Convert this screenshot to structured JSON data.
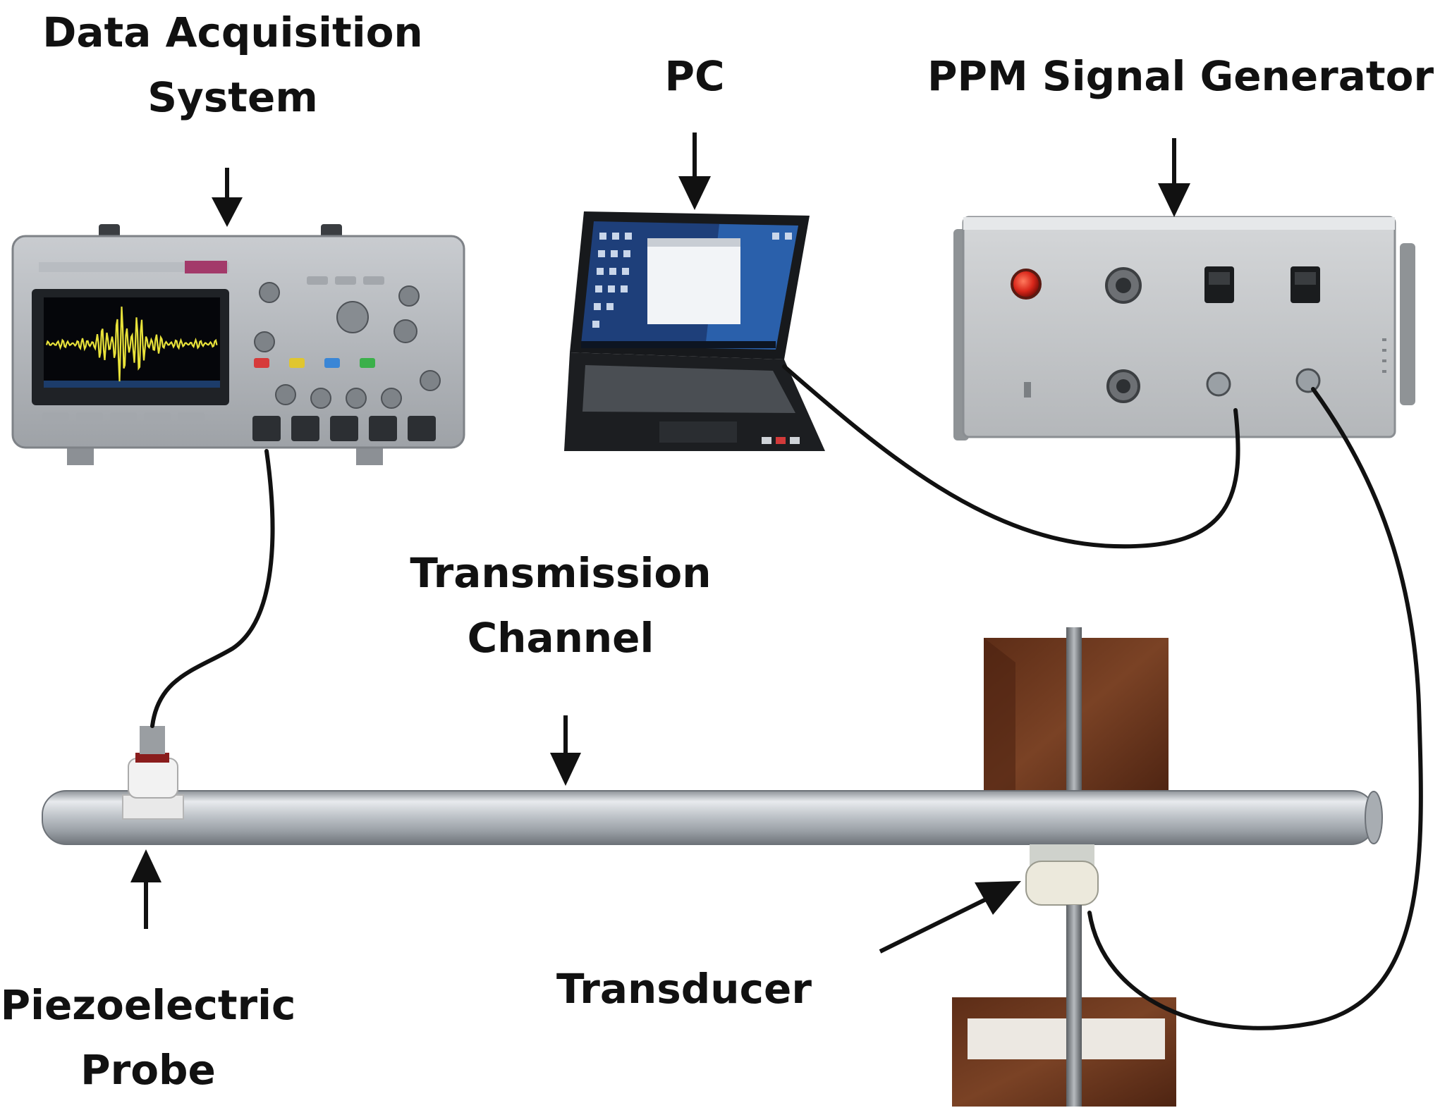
{
  "labels": {
    "daq_line1": "Data Acquisition",
    "daq_line2": "System",
    "pc": "PC",
    "ppm": "PPM Signal Generator",
    "channel_line1": "Transmission",
    "channel_line2": "Channel",
    "probe_line1": "Piezoelectric",
    "probe_line2": "Probe",
    "transducer": "Transducer"
  },
  "icons": {
    "oscilloscope": "oscilloscope-icon",
    "laptop": "laptop-icon",
    "signal_generator": "signal-generator-icon",
    "pipe": "steel-pipe",
    "probe": "piezoelectric-probe-icon",
    "transducer": "transducer-icon"
  },
  "colors": {
    "arrow": "#111111",
    "cable": "#111111",
    "pipe": "#b9bec3",
    "wood": "#6e3a20",
    "waveform": "#e8e23a",
    "power_light": "#d8261a"
  }
}
